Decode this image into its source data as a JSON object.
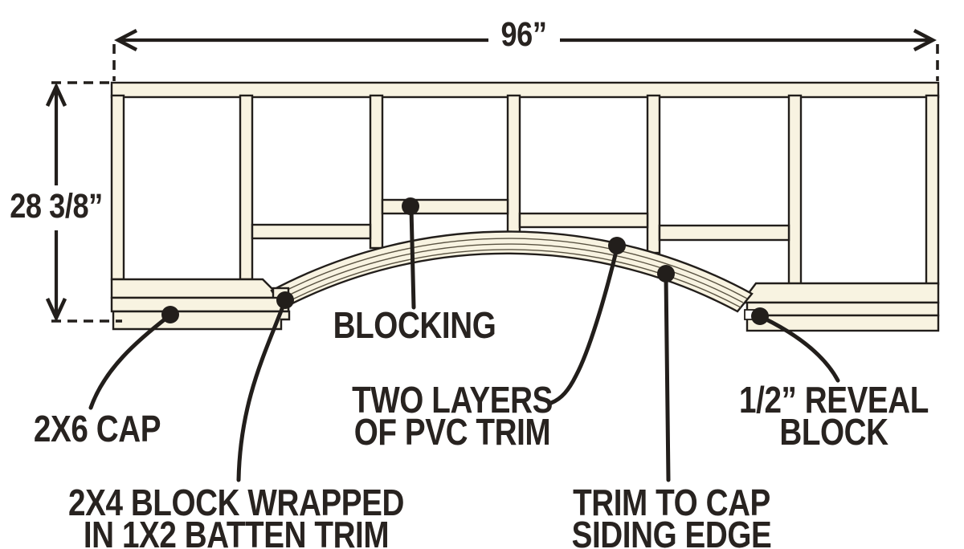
{
  "figure": {
    "description": "Framing diagram of an arched wall section with trim callouts"
  },
  "dimensions": {
    "width": "96”",
    "height": "28 3/8”"
  },
  "callouts": {
    "blocking": {
      "label": "BLOCKING"
    },
    "cap": {
      "label": "2X6 CAP"
    },
    "batten_block": {
      "line1": "2X4 BLOCK WRAPPED",
      "line2": "IN 1X2 BATTEN TRIM"
    },
    "pvc_trim": {
      "line1": "TWO LAYERS",
      "line2": "OF PVC TRIM"
    },
    "siding_trim": {
      "line1": "TRIM TO CAP",
      "line2": "SIDING EDGE"
    },
    "reveal_block": {
      "line1": "1/2” REVEAL",
      "line2": "BLOCK"
    }
  },
  "colors": {
    "lumber": "#f8f3e1",
    "outline": "#221e1b",
    "text": "#282320",
    "background": "#ffffff"
  }
}
